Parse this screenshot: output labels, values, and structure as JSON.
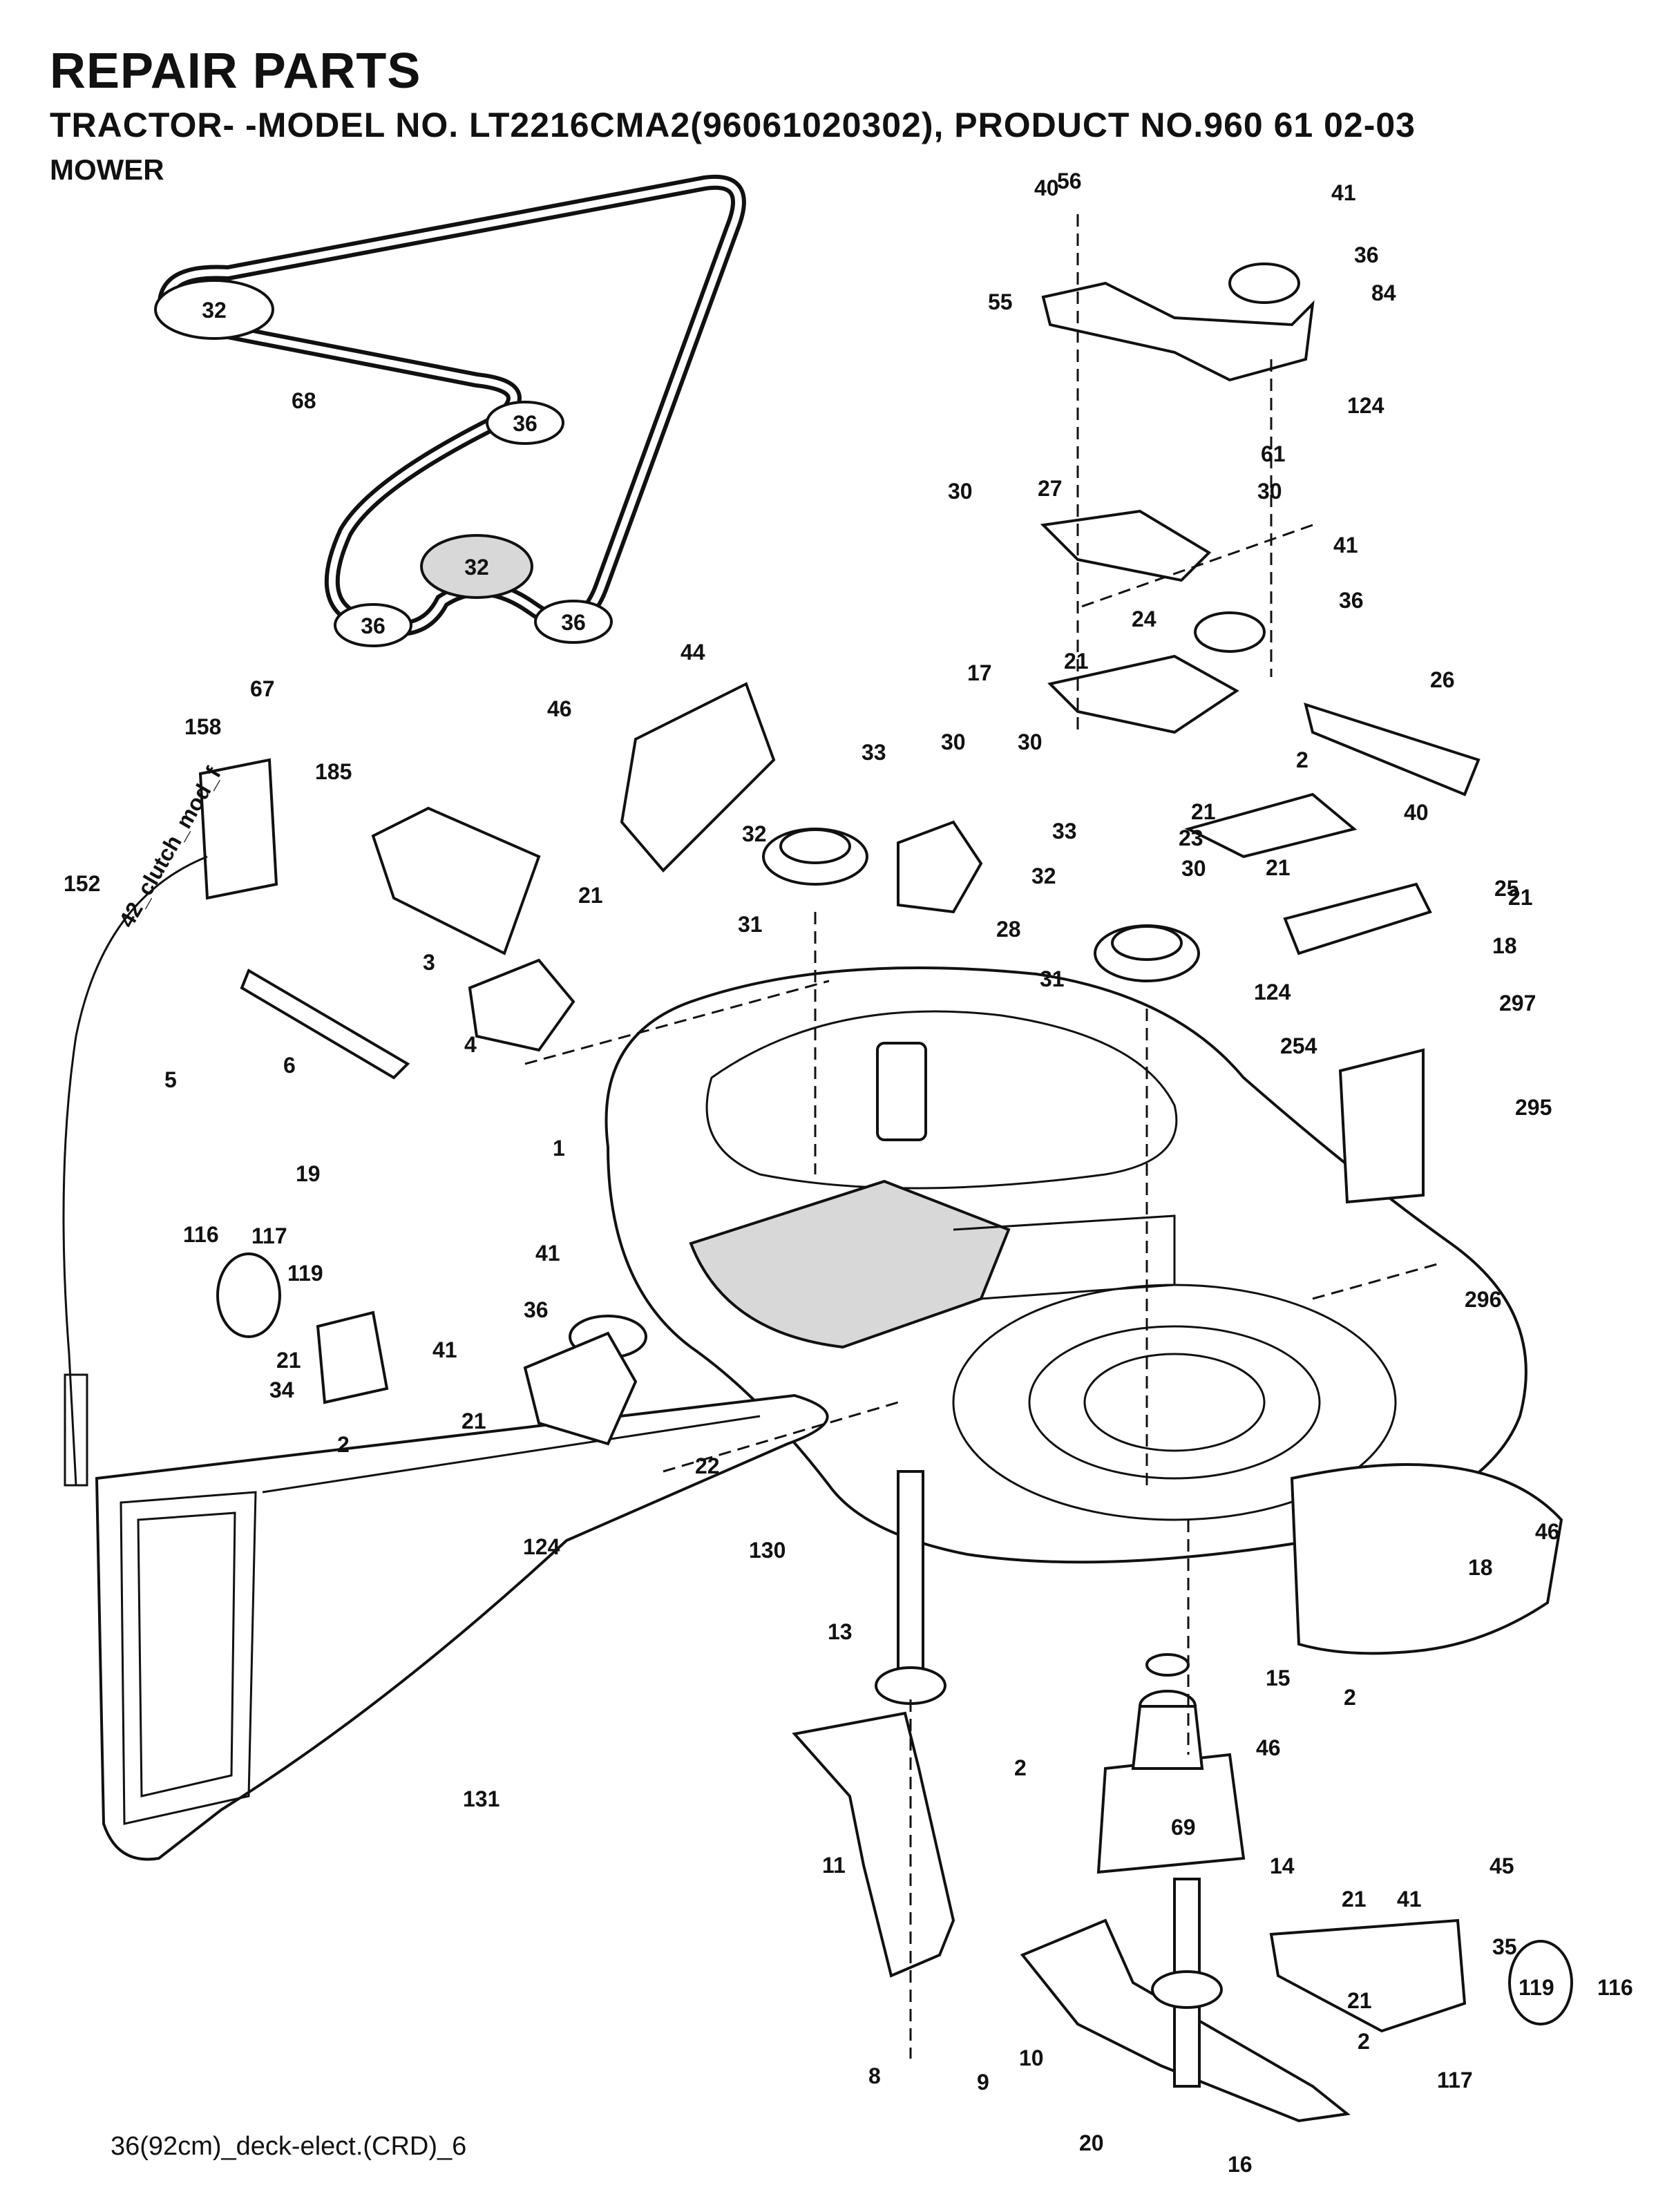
{
  "header": {
    "title": "REPAIR PARTS",
    "subtitle": "TRACTOR- -MODEL NO. LT2216CMA2(96061020302), PRODUCT NO.960 61 02-03",
    "section": "MOWER"
  },
  "footer": {
    "drawing_ref": "36(92cm)_deck-elect.(CRD)_6"
  },
  "belt_labels": [
    "32",
    "36",
    "32",
    "36",
    "36"
  ],
  "cable_tag": "42_clutch_mod_f",
  "callouts": [
    "40",
    "41",
    "56",
    "36",
    "84",
    "55",
    "124",
    "61",
    "30",
    "27",
    "30",
    "41",
    "36",
    "17",
    "21",
    "24",
    "26",
    "44",
    "46",
    "67",
    "158",
    "185",
    "33",
    "30",
    "30",
    "2",
    "21",
    "40",
    "32",
    "23",
    "21",
    "25",
    "21",
    "152",
    "3",
    "21",
    "31",
    "28",
    "33",
    "32",
    "30",
    "18",
    "5",
    "6",
    "4",
    "31",
    "124",
    "297",
    "254",
    "19",
    "1",
    "295",
    "116",
    "117",
    "119",
    "41",
    "21",
    "41",
    "34",
    "36",
    "296",
    "2",
    "21",
    "22",
    "124",
    "130",
    "46",
    "18",
    "13",
    "15",
    "2",
    "46",
    "2",
    "131",
    "11",
    "14",
    "45",
    "69",
    "21",
    "41",
    "35",
    "21",
    "119",
    "116",
    "2",
    "8",
    "10",
    "9",
    "117",
    "20",
    "16",
    "68"
  ]
}
